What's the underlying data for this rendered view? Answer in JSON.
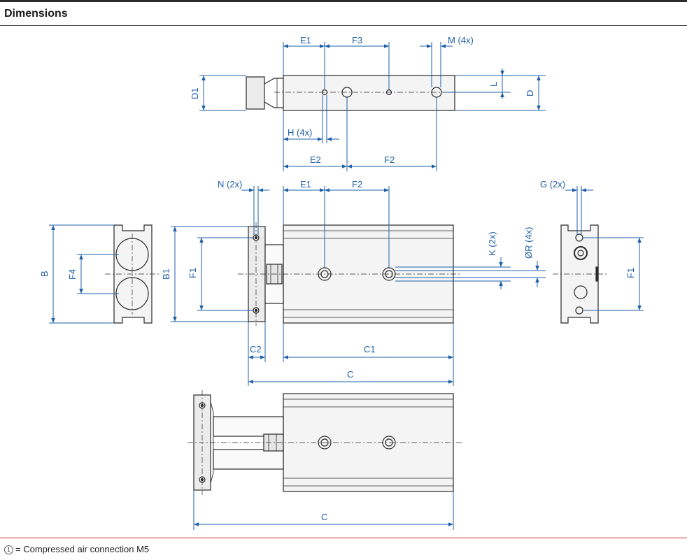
{
  "header": {
    "title": "Dimensions"
  },
  "footer": {
    "marker": "1",
    "note": "= Compressed air connection M5"
  },
  "labels": {
    "E1": "E1",
    "F3": "F3",
    "M": "M (4x)",
    "D1": "D1",
    "L": "L",
    "D": "D",
    "H": "H (4x)",
    "E2": "E2",
    "F2": "F2",
    "N": "N (2x)",
    "G": "G (2x)",
    "B": "B",
    "F4": "F4",
    "B1": "B1",
    "F1": "F1",
    "K": "K (2x)",
    "R": "ØR (4x)",
    "C2": "C2",
    "C1": "C1",
    "C": "C"
  },
  "colors": {
    "dim": "#1f5fa8",
    "part": "#2a2a2a",
    "fill": "#f4f4f4",
    "header_rule": "#4a4a4a",
    "footer_rule": "#c0392b"
  }
}
